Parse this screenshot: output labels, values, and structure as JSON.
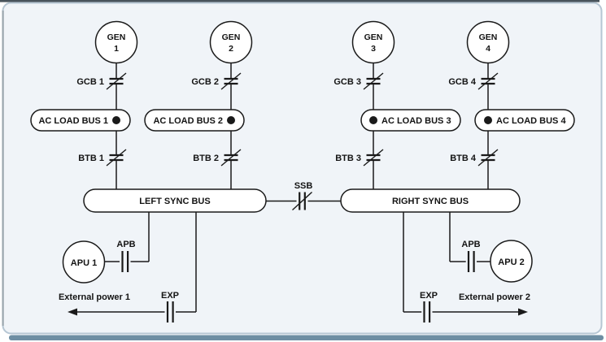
{
  "figure": {
    "description": "Aircraft AC electrical power distribution one-line diagram"
  },
  "colors": {
    "panel_fill": "#f0f4f8",
    "panel_border": "#b6c6d3",
    "panel_left_edge": "#9aa6ad",
    "panel_shadow": "#6e8ea3",
    "top_edge_line": "#49545c",
    "wire": "#1a1a1a",
    "text": "#141414"
  },
  "generators": [
    {
      "line1": "GEN",
      "line2": "1"
    },
    {
      "line1": "GEN",
      "line2": "2"
    },
    {
      "line1": "GEN",
      "line2": "3"
    },
    {
      "line1": "GEN",
      "line2": "4"
    }
  ],
  "gcb": [
    "GCB 1",
    "GCB 2",
    "GCB 3",
    "GCB 4"
  ],
  "btb": [
    "BTB 1",
    "BTB 2",
    "BTB 3",
    "BTB 4"
  ],
  "ac_load_buses": [
    "AC LOAD BUS 1",
    "AC LOAD BUS 2",
    "AC LOAD BUS 3",
    "AC LOAD BUS 4"
  ],
  "sync_buses": {
    "left": "LEFT SYNC BUS",
    "right": "RIGHT SYNC BUS"
  },
  "ssb": "SSB",
  "apb": {
    "left": "APB",
    "right": "APB"
  },
  "exp": {
    "left": "EXP",
    "right": "EXP"
  },
  "apu": [
    "APU 1",
    "APU 2"
  ],
  "external_power": [
    "External power 1",
    "External power 2"
  ]
}
